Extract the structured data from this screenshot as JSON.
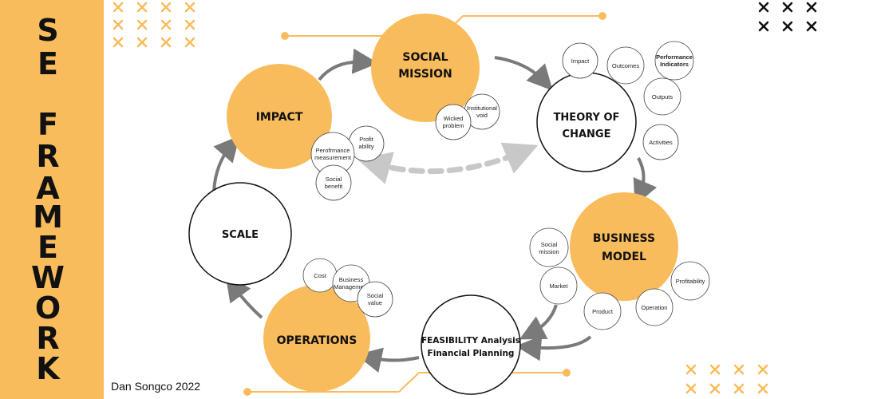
{
  "title_letters": [
    "S",
    "E",
    "F",
    "R",
    "A",
    "M",
    "E",
    "W",
    "O",
    "R",
    "K"
  ],
  "credit": "Dan Songco 2022",
  "nodes": {
    "social_mission": [
      "SOCIAL",
      "MISSION"
    ],
    "theory_of_change": [
      "THEORY OF",
      "CHANGE"
    ],
    "business_model": [
      "BUSINESS",
      "MODEL"
    ],
    "feasibility": [
      "FEASIBILITY Analysis",
      "Financial Planning"
    ],
    "operations": [
      "OPERATIONS"
    ],
    "scale": [
      "SCALE"
    ],
    "impact": [
      "IMPACT"
    ]
  },
  "sub_labels": {
    "impact_toc": "Impact",
    "outcomes": "Outcomes",
    "performance_indicators": [
      "Performance",
      "Indicators"
    ],
    "outputs": "Outputs",
    "activities": "Activities",
    "institutional_void": [
      "Institutional",
      "void"
    ],
    "wicked_problem": [
      "Wicked",
      "problem"
    ],
    "profitability_small": [
      "Profit",
      "ability"
    ],
    "performance_measurement": [
      "Perofrmance",
      "measurement"
    ],
    "social_benefit": [
      "Social",
      "benefit"
    ],
    "social_mission_small": [
      "Social",
      "mission"
    ],
    "market": "Market",
    "product": "Product",
    "operation": "Operation",
    "profitability": "Profitability",
    "cost": "Cost",
    "business_management": [
      "Business",
      "Management"
    ],
    "social_value": [
      "Social",
      "value"
    ]
  },
  "colors": {
    "orange": "#f9bc5c",
    "arrow": "#7a7a7a",
    "dashed": "#c8c8c8",
    "dark": "#111111"
  }
}
